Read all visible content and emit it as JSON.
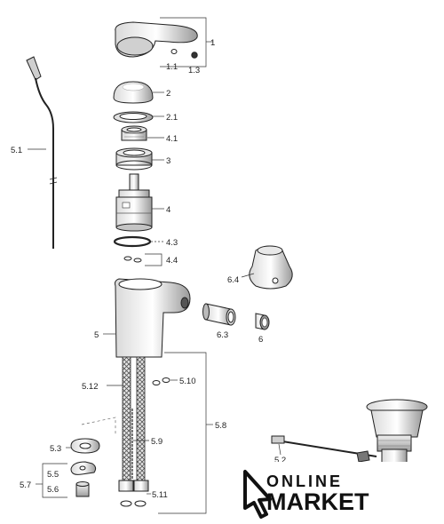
{
  "labels": {
    "p1": "1",
    "p1_1": "1.1",
    "p1_3": "1.3",
    "p2": "2",
    "p2_1": "2.1",
    "p3": "3",
    "p4": "4",
    "p4_1": "4.1",
    "p4_3": "4.3",
    "p4_4": "4.4",
    "p5": "5",
    "p5_1": "5.1",
    "p5_2": "5.2",
    "p5_3": "5.3",
    "p5_5": "5.5",
    "p5_6": "5.6",
    "p5_7": "5.7",
    "p5_8": "5.8",
    "p5_9": "5.9",
    "p5_10": "5.10",
    "p5_11": "5.11",
    "p5_12": "5.12",
    "p6": "6",
    "p6_3": "6.3",
    "p6_4": "6.4"
  },
  "logo": {
    "line1": "ONLINE",
    "line2": "MARKET"
  }
}
